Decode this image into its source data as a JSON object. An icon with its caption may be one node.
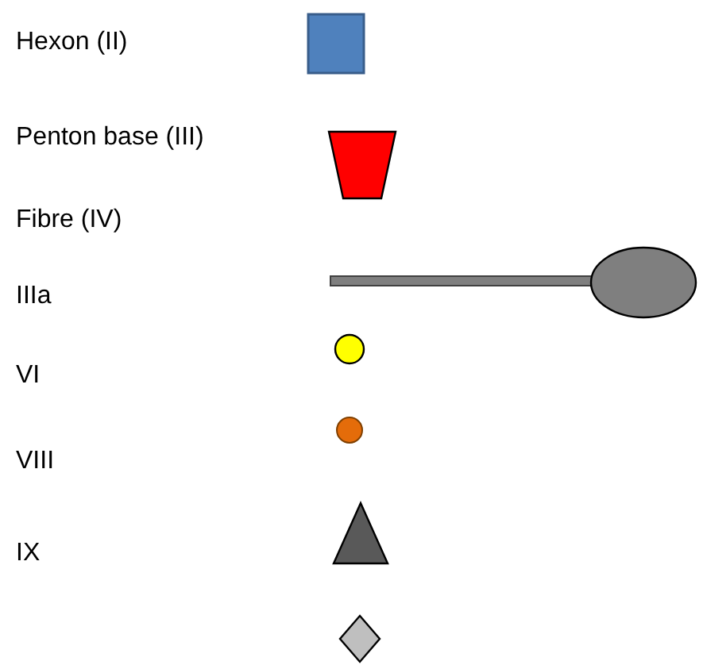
{
  "diagram": {
    "legend": [
      {
        "text": "Hexon (II)"
      },
      {
        "text": "Penton base (III)"
      },
      {
        "text": "Fibre (IV)"
      },
      {
        "text": "IIIa"
      },
      {
        "text": "VI"
      },
      {
        "text": "VIII"
      },
      {
        "text": "IX"
      }
    ]
  }
}
